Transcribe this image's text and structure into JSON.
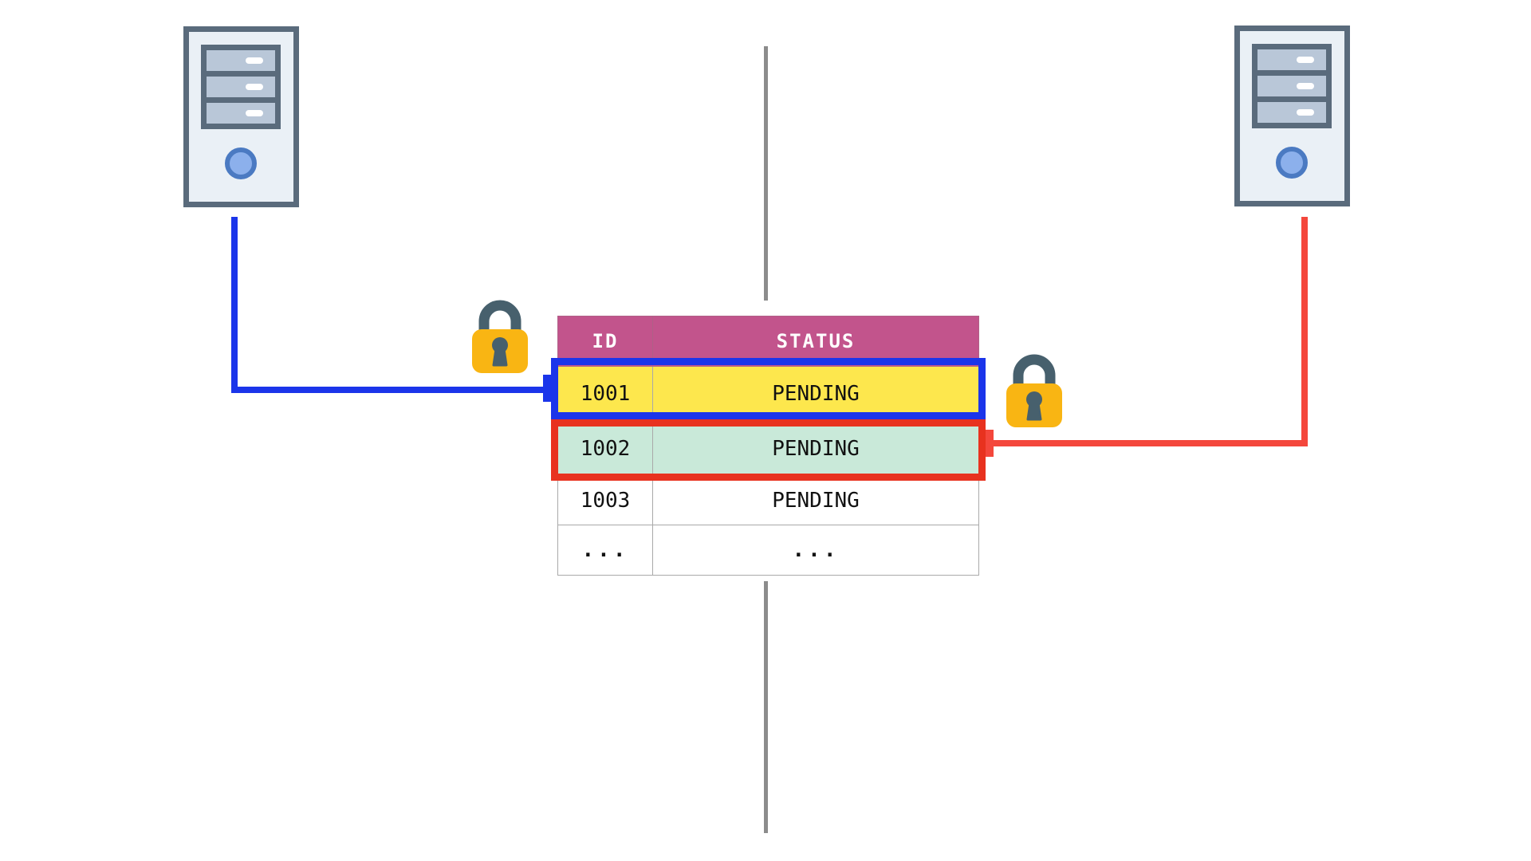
{
  "diagram": {
    "description": "Two database sessions locking separate rows of the same table",
    "left_server_icon": "server-icon",
    "right_server_icon": "server-icon",
    "left_lock_icon": "lock-icon",
    "right_lock_icon": "lock-icon"
  },
  "table": {
    "header": {
      "id": "ID",
      "status": "STATUS"
    },
    "rows": [
      {
        "id": "1001",
        "status": "PENDING",
        "highlight": "yellow-blue-outline"
      },
      {
        "id": "1002",
        "status": "PENDING",
        "highlight": "mint-red-outline"
      },
      {
        "id": "1003",
        "status": "PENDING",
        "highlight": "none"
      },
      {
        "id": "...",
        "status": "...",
        "highlight": "none"
      }
    ]
  },
  "colors": {
    "header_bg": "#c2548c",
    "header_text": "#ffffff",
    "row1_bg": "#fde74d",
    "row2_bg": "#c9e9d9",
    "blue": "#1b35ea",
    "red_border": "#e8321f",
    "red_line": "#f4473c",
    "lock_body": "#f9b513",
    "lock_dark": "#47606d",
    "server_stroke": "#5a6b7c",
    "server_fill": "#eaf0f6",
    "server_bay": "#b9c7d8",
    "power_fill": "#8cb0ec",
    "power_ring": "#4b7ac2",
    "divider_gray": "#8c8c8c",
    "table_border": "#a9a9a9",
    "cell_text": "#111111",
    "page_bg": "#ffffff"
  }
}
